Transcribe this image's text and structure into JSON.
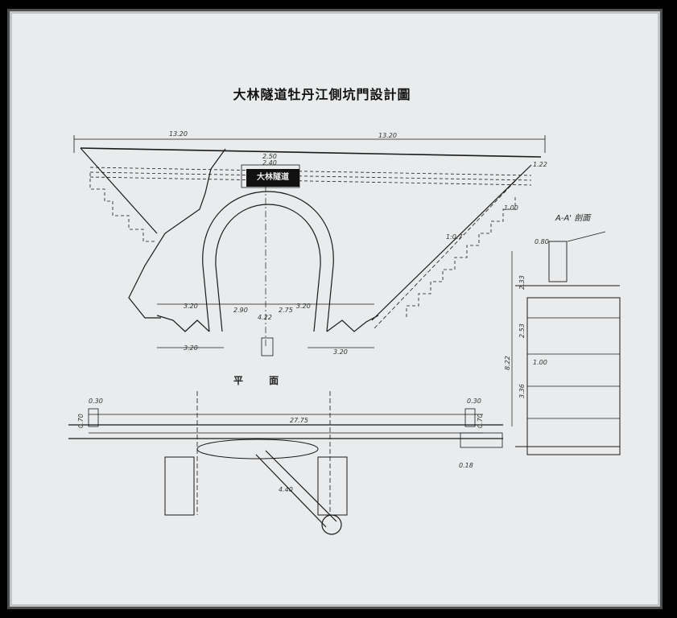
{
  "drawing": {
    "title": "大林隧道牡丹江側坑門設計圖",
    "plaque_text": "大林隧道",
    "plan_view_label": "平 面",
    "section_label": "A-A' 剖面",
    "colors": {
      "paper": "#e9ebec",
      "ink": "#1a1a1a",
      "frame": "#000000"
    },
    "dimensions": {
      "top_left_width": "13.20",
      "top_right_width": "13.20",
      "plaque_outer": "2.50",
      "plaque_inner": "2.40",
      "right_top_height": "1.22",
      "step_width": "1.00",
      "base_left": "3.20",
      "base_center": "2.90",
      "base_center_right": "2.75",
      "base_right": "3.20",
      "arch_span": "4.22",
      "bottom_left": "3.20",
      "bottom_right": "3.20",
      "slope_label": "1:0.7",
      "plan_length": "27.75",
      "plan_left_top": "0.30",
      "plan_right_top": "0.30",
      "plan_right_side": "0.70",
      "plan_bottom_right": "0.18",
      "plan_diagonal": "4.40",
      "plan_left_side": "0.70",
      "section_top": "0.80",
      "section_h1": "2.33",
      "section_h2": "2.53",
      "section_h3": "3.36",
      "section_total": "8.22",
      "section_inner": "1.00"
    }
  }
}
